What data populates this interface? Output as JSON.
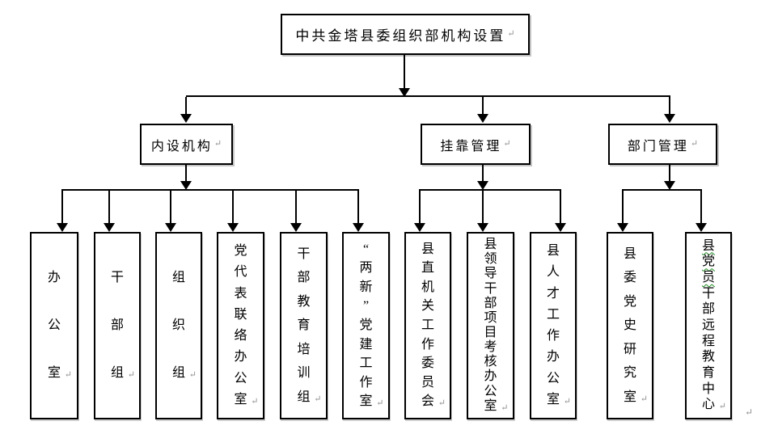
{
  "root": {
    "text": "中共金塔县委组织部机构设置"
  },
  "marks": {
    "return_mark": "↵"
  },
  "branches": [
    {
      "label": "内设机构",
      "children": [
        {
          "text": "办公室"
        },
        {
          "text": "干部组"
        },
        {
          "text": "组织组"
        },
        {
          "text": "党代表联络办公室"
        },
        {
          "text": "干部教育培训组"
        },
        {
          "text": "“两新”党建工作室"
        }
      ]
    },
    {
      "label": "挂靠管理",
      "children": [
        {
          "text": "县直机关工作委员会"
        },
        {
          "text": "县领导干部项目考核办公室"
        },
        {
          "text": "县人才工作办公室"
        }
      ]
    },
    {
      "label": "部门管理",
      "children": [
        {
          "text": "县委党史研究室"
        },
        {
          "text": "县党员干部远程教育中心",
          "squiggle_count": 3
        }
      ]
    }
  ],
  "colors": {
    "line": "#000000",
    "box_border": "#000000",
    "background": "#ffffff",
    "return_mark": "#8f8f8f",
    "squiggle": "#1e8a1e",
    "box_shadow": "#c4c4c4"
  }
}
